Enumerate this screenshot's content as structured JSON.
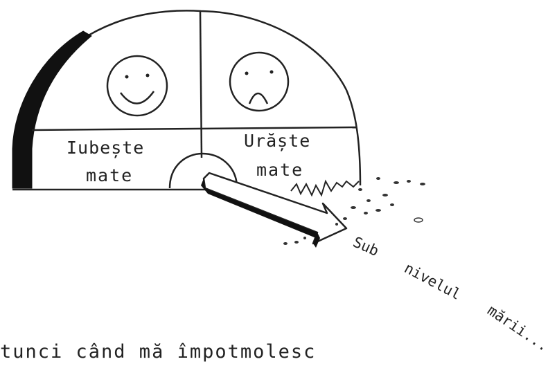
{
  "diagram": {
    "left_label_line1": "Iubește",
    "left_label_line2": "mate",
    "right_label_line1": "Urăște",
    "right_label_line2": "mate",
    "arrow_annotation_part1": "Sub",
    "arrow_annotation_part2": "nivelul",
    "arrow_annotation_part3": "mării...",
    "caption": "tunci când mă împotmolesc",
    "left_face": "smiling-face-icon",
    "right_face": "frowning-face-icon"
  },
  "colors": {
    "ink": "#222222",
    "background": "#ffffff"
  }
}
